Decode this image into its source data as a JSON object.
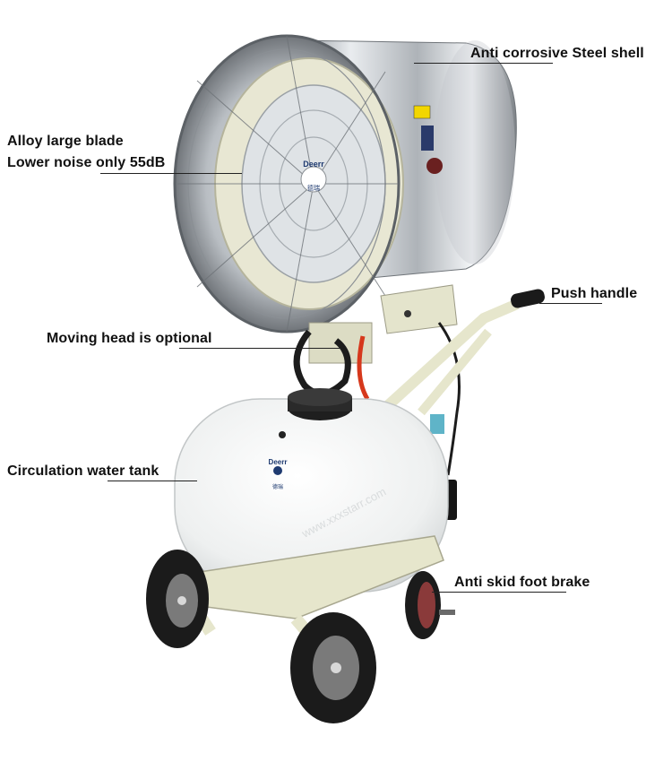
{
  "labels": {
    "shell": "Anti corrosive Steel shell",
    "blade_line1": "Alloy large blade",
    "blade_line2": "Lower noise only 55dB",
    "handle": "Push handle",
    "moving_head": "Moving head is optional",
    "tank": "Circulation water tank",
    "brake": "Anti skid foot brake"
  },
  "brand": {
    "logo_text": "Deerr",
    "sub_text": "德瑞"
  },
  "watermark": "www.xxxstarr.com",
  "colors": {
    "frame": "#e9e9cf",
    "tank": "#f4f5f5",
    "steel": "#c9ccd0",
    "tire": "#1b1b1b",
    "hose": "#1c1c1c",
    "accent_red": "#d6381c"
  }
}
